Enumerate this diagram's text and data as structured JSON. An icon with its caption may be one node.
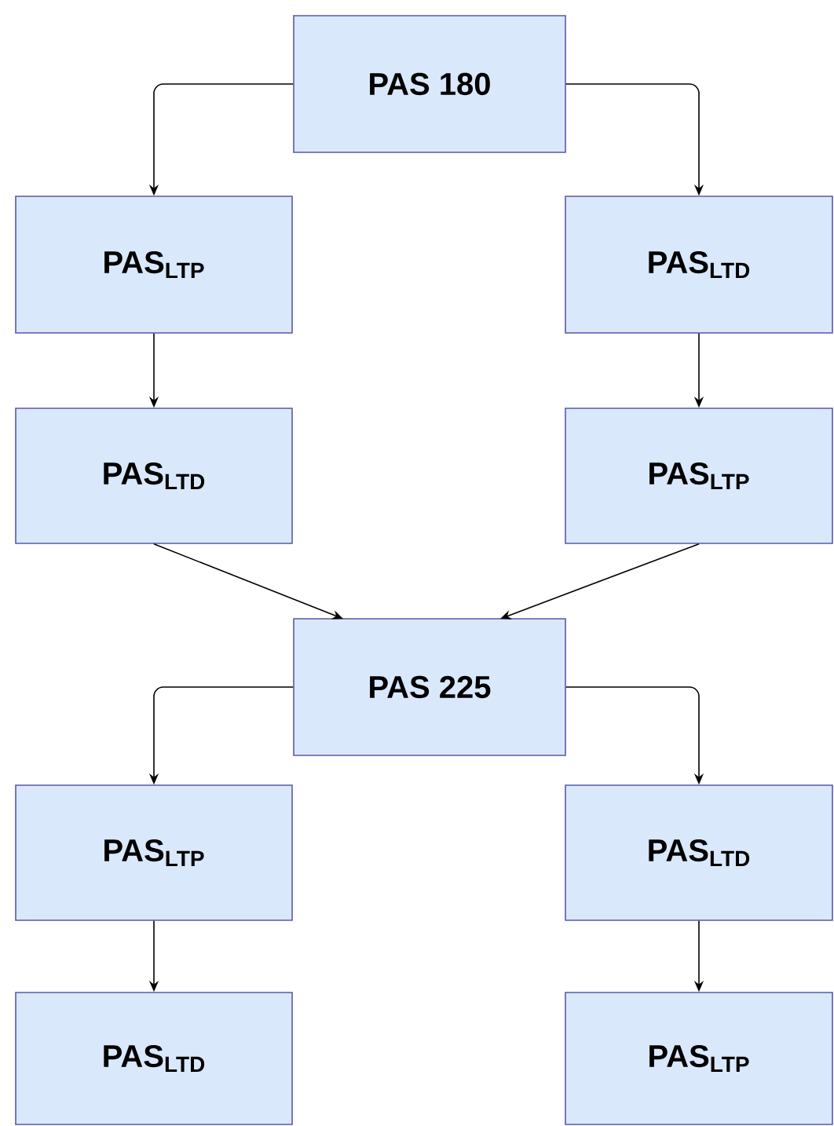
{
  "diagram": {
    "nodes": [
      {
        "text": [
          "PAS 180"
        ]
      },
      {
        "text": [
          "PAS$_{LTP}$"
        ]
      },
      {
        "text": [
          "PAS$_{LTD}$"
        ]
      },
      {
        "text": [
          "PAS$_{LTD}$"
        ]
      },
      {
        "text": [
          "PAS$_{LTP}$"
        ]
      },
      {
        "text": [
          "PAS 225"
        ]
      },
      {
        "text": [
          "PAS$_{LTP}$"
        ]
      },
      {
        "text": [
          "PAS$_{LTD}$"
        ]
      },
      {
        "text": [
          "PAS$_{LTD}$"
        ]
      },
      {
        "text": [
          "PAS$_{LTP}$"
        ]
      }
    ],
    "edges": [
      {
        "from": 0,
        "to": 1,
        "arrow": "to"
      },
      {
        "from": 0,
        "to": 2,
        "arrow": "to"
      },
      {
        "from": 1,
        "to": 3,
        "arrow": "to"
      },
      {
        "from": 2,
        "to": 4,
        "arrow": "to"
      },
      {
        "from": 3,
        "to": 5,
        "arrow": "to"
      },
      {
        "from": 4,
        "to": 5,
        "arrow": "to"
      },
      {
        "from": 5,
        "to": 6,
        "arrow": "to"
      },
      {
        "from": 5,
        "to": 7,
        "arrow": "to"
      },
      {
        "from": 6,
        "to": 8,
        "arrow": "to"
      },
      {
        "from": 7,
        "to": 9,
        "arrow": "to"
      }
    ]
  }
}
